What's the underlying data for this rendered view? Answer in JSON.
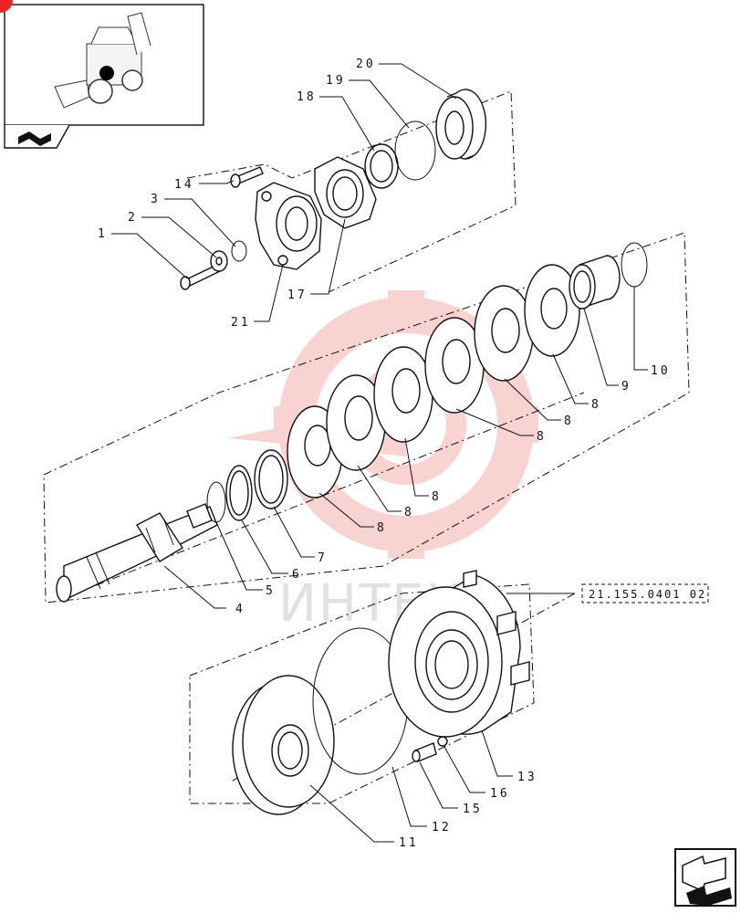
{
  "thumbnail": {
    "icon": "backhoe-loader-thumbnail"
  },
  "watermark": {
    "text": "ИНТЕХ",
    "color": "#f2a0a0"
  },
  "reference": {
    "label": "21.155.0401 02"
  },
  "labels": {
    "p1": "1",
    "p2": "2",
    "p3": "3",
    "p4": "4",
    "p5": "5",
    "p6": "6",
    "p7": "7",
    "p8a": "8",
    "p8b": "8",
    "p8c": "8",
    "p8d": "8",
    "p8e": "8",
    "p8f": "8",
    "p9": "9",
    "p10": "10",
    "p11": "11",
    "p12": "12",
    "p13": "13",
    "p14": "14",
    "p15": "15",
    "p16": "16",
    "p17": "17",
    "p18": "18",
    "p19": "19",
    "p20": "20",
    "p21": "21"
  },
  "navigation": {
    "next_icon": "next-page-arrow-icon",
    "back_icon": "return-arrow-icon"
  }
}
